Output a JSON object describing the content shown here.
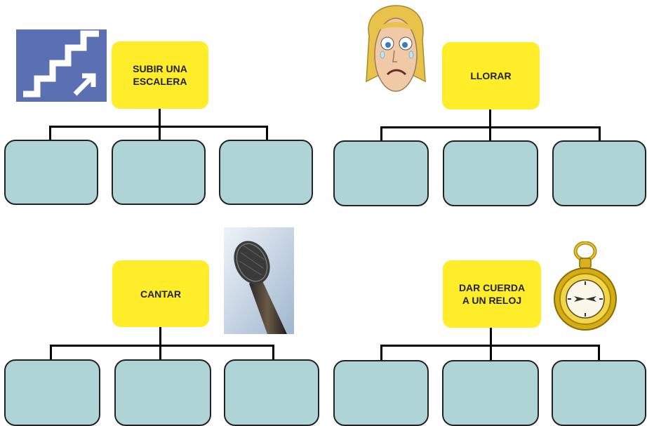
{
  "diagrams": [
    {
      "label": "SUBIR UNA\nESCALERA",
      "icon": "stairs-icon",
      "leaf_count": 3
    },
    {
      "label": "LLORAR",
      "icon": "crying-face-icon",
      "leaf_count": 3
    },
    {
      "label": "CANTAR",
      "icon": "microphone-icon",
      "leaf_count": 3
    },
    {
      "label": "DAR CUERDA\nA UN RELOJ",
      "icon": "pocket-watch-icon",
      "leaf_count": 3
    }
  ],
  "colors": {
    "root_fill": "#ffed29",
    "leaf_fill": "#aed4d6",
    "stairs_bg": "#5b6fb3",
    "connector": "#000000"
  }
}
